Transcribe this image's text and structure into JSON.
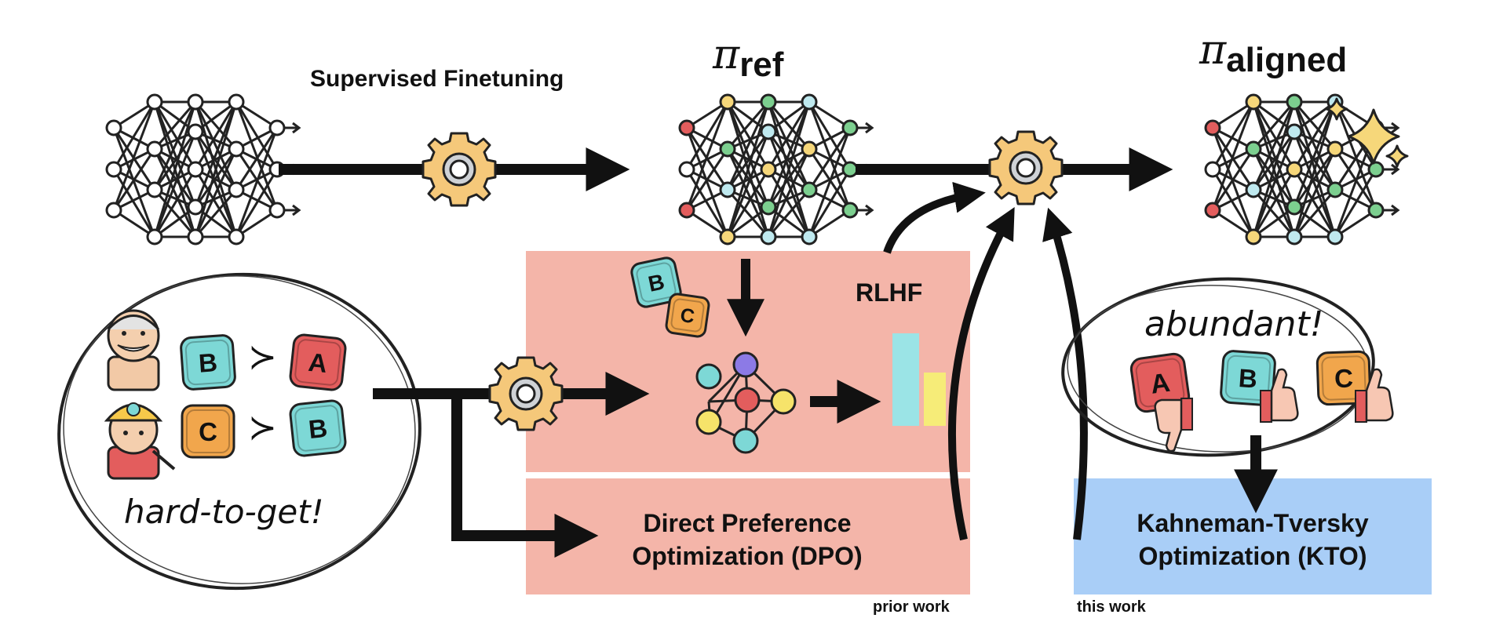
{
  "labels": {
    "sft": "Supervised Finetuning",
    "pi": "π",
    "ref_sub": "ref",
    "aligned_sub": "aligned",
    "rlhf": "RLHF",
    "dpo_line1": "Direct Preference",
    "dpo_line2": "Optimization (DPO)",
    "kto_line1": "Kahneman-Tversky",
    "kto_line2": "Optimization (KTO)",
    "hard_to_get": "hard-to-get!",
    "abundant": "abundant!",
    "prior_work": "prior work",
    "this_work": "this work",
    "greater_than": "≻"
  },
  "tokens": {
    "a": "A",
    "b": "B",
    "c": "C"
  },
  "colors": {
    "prior_work_bg": "#f4b5a9",
    "kto_bg": "#a9cef7",
    "gear": "#f5c87a",
    "token_a": "#e35d5d",
    "token_b": "#7dd8d6",
    "token_c": "#f1a64c",
    "reward_cyan": "#9be4e6",
    "reward_yellow": "#f6ec78"
  },
  "icons": {
    "gear": "gear-icon",
    "network": "neural-network-icon",
    "sparkle": "sparkle-icon",
    "thumbs_up": "thumbs-up-icon",
    "thumbs_down": "thumbs-down-icon",
    "old_man": "old-man-avatar-icon",
    "worker": "worker-avatar-icon"
  }
}
